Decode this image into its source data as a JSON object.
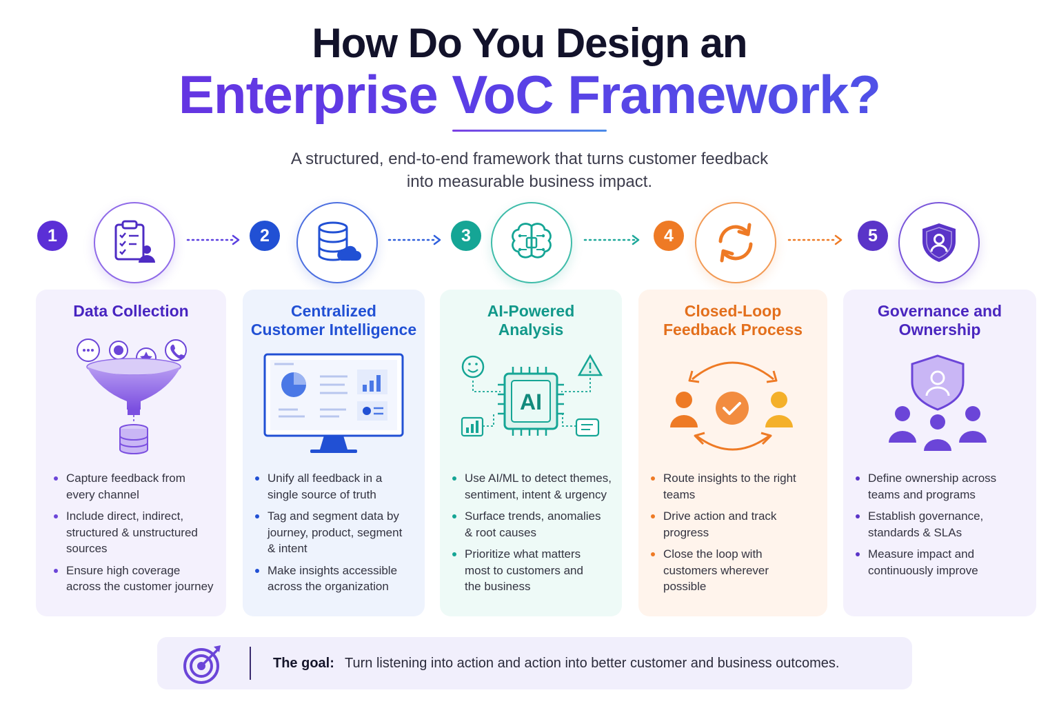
{
  "title": {
    "line1": "How Do You Design an",
    "line2": "Enterprise VoC Framework?"
  },
  "subtitle": {
    "line1": "A structured, end-to-end framework that turns customer feedback",
    "line2": "into measurable business impact."
  },
  "colors": {
    "purple": "#5b2fd6",
    "blue": "#2150d4",
    "teal": "#15a595",
    "orange": "#ee7a25",
    "violet": "#5a34c8"
  },
  "steps": [
    {
      "number": "1",
      "icon": "clipboard-checklist-user-icon",
      "title": [
        "Data Collection"
      ],
      "illustration": "feedback-funnel-database-icon",
      "bullets": [
        "Capture feedback from\nevery channel",
        "Include direct, indirect,\nstructured & unstructured\nsources",
        "Ensure high coverage\nacross the customer journey"
      ]
    },
    {
      "number": "2",
      "icon": "database-cloud-icon",
      "title": [
        "Centralized",
        "Customer Intelligence"
      ],
      "illustration": "dashboard-monitor-icon",
      "bullets": [
        "Unify all feedback in a\nsingle source of truth",
        "Tag and segment data by\njourney, product, segment\n& intent",
        "Make insights accessible\nacross the organization"
      ]
    },
    {
      "number": "3",
      "icon": "brain-circuit-icon",
      "title": [
        "AI-Powered",
        "Analysis"
      ],
      "illustration": "ai-chip-icon",
      "chip_label": "AI",
      "bullets": [
        "Use AI/ML to detect themes,\nsentiment, intent & urgency",
        "Surface trends, anomalies\n& root causes",
        "Prioritize what matters\nmost to customers and\nthe business"
      ]
    },
    {
      "number": "4",
      "icon": "refresh-cycle-icon",
      "title": [
        "Closed-Loop",
        "Feedback Process"
      ],
      "illustration": "closed-loop-people-check-icon",
      "bullets": [
        "Route insights to the right\nteams",
        "Drive action and track\nprogress",
        "Close the loop with\ncustomers wherever\npossible"
      ]
    },
    {
      "number": "5",
      "icon": "shield-user-icon",
      "title": [
        "Governance and",
        "Ownership"
      ],
      "illustration": "shield-team-icon",
      "bullets": [
        "Define ownership across\nteams and programs",
        "Establish governance,\nstandards & SLAs",
        "Measure impact and\ncontinuously improve"
      ]
    }
  ],
  "goal": {
    "icon": "target-icon",
    "label": "The goal:",
    "text": "Turn listening into action and action into better customer and business outcomes."
  }
}
